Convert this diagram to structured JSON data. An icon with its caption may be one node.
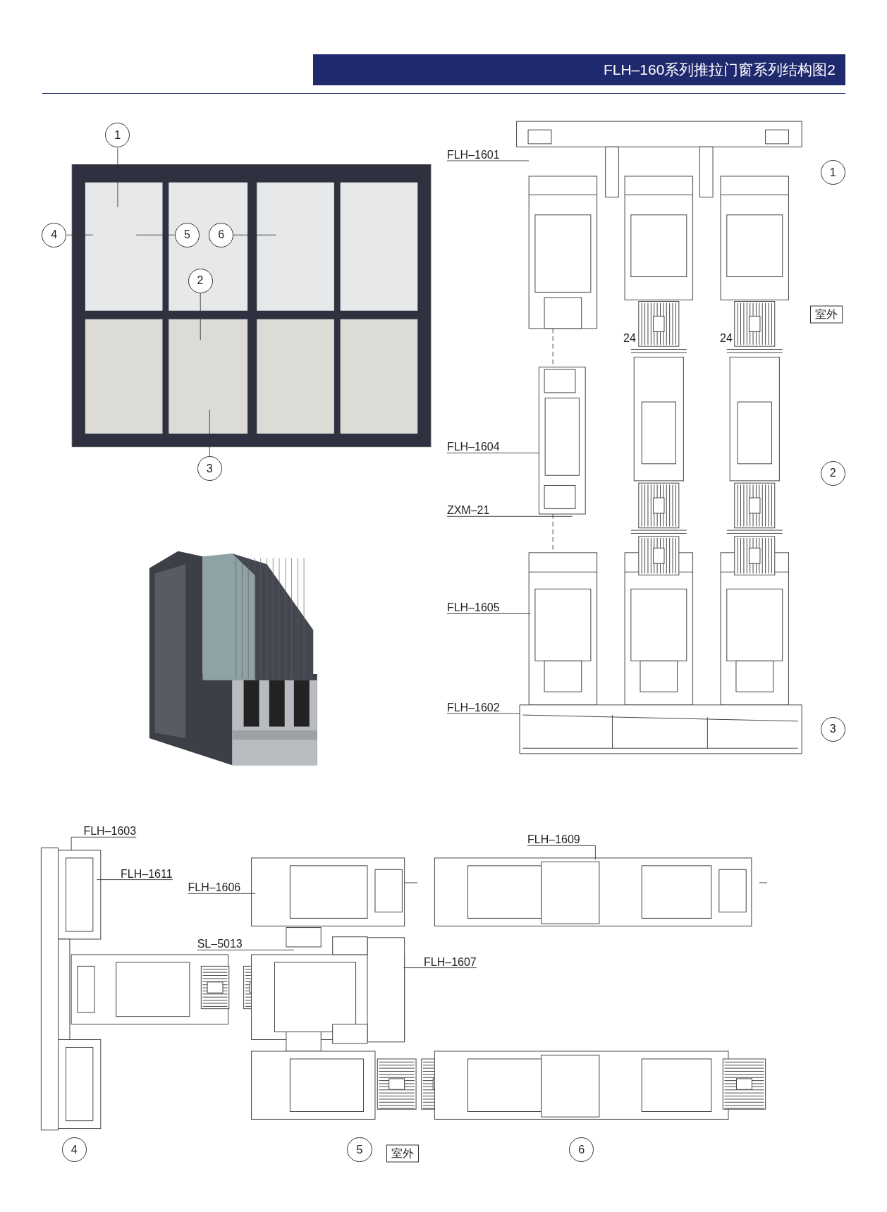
{
  "diagram": {
    "title": "FLH–160系列推拉门窗系列结构图2",
    "nodes": [
      {
        "text": [
          "1"
        ]
      },
      {
        "text": [
          "4"
        ]
      },
      {
        "text": [
          "5"
        ]
      },
      {
        "text": [
          "6"
        ]
      },
      {
        "text": [
          "2"
        ]
      },
      {
        "text": [
          "3"
        ]
      },
      {
        "text": [
          "FLH–1601"
        ]
      },
      {
        "text": [
          "FLH–1604"
        ]
      },
      {
        "text": [
          "ZXM–21"
        ]
      },
      {
        "text": [
          "FLH–1605"
        ]
      },
      {
        "text": [
          "FLH–1602"
        ]
      },
      {
        "text": [
          "室外"
        ]
      },
      {
        "text": [
          "FLH–1603"
        ]
      },
      {
        "text": [
          "FLH–1609"
        ]
      },
      {
        "text": [
          "FLH–1611"
        ]
      },
      {
        "text": [
          "FLH–1606"
        ]
      },
      {
        "text": [
          "SL–5013"
        ]
      },
      {
        "text": [
          "FLH–1607"
        ]
      },
      {
        "text": [
          "室外"
        ]
      },
      {
        "text": [
          "1"
        ]
      },
      {
        "text": [
          "2"
        ]
      },
      {
        "text": [
          "3"
        ]
      },
      {
        "text": [
          "4"
        ]
      },
      {
        "text": [
          "5"
        ]
      },
      {
        "text": [
          "6"
        ]
      }
    ],
    "edges": [
      {
        "from": 0,
        "to": null,
        "arrow": "none"
      },
      {
        "from": 1,
        "to": null,
        "arrow": "none"
      },
      {
        "from": 2,
        "to": null,
        "arrow": "none"
      },
      {
        "from": 3,
        "to": null,
        "arrow": "none"
      },
      {
        "from": 4,
        "to": null,
        "arrow": "none"
      },
      {
        "from": 5,
        "to": null,
        "arrow": "none"
      },
      {
        "from": 6,
        "to": null,
        "arrow": "none"
      },
      {
        "from": 7,
        "to": null,
        "arrow": "none"
      },
      {
        "from": 8,
        "to": null,
        "arrow": "none"
      },
      {
        "from": 9,
        "to": null,
        "arrow": "none"
      },
      {
        "from": 10,
        "to": null,
        "arrow": "none"
      },
      {
        "from": 12,
        "to": null,
        "arrow": "none"
      },
      {
        "from": 13,
        "to": null,
        "arrow": "none"
      },
      {
        "from": 14,
        "to": null,
        "arrow": "none"
      },
      {
        "from": 15,
        "to": null,
        "arrow": "none"
      },
      {
        "from": 16,
        "to": null,
        "arrow": "none"
      },
      {
        "from": 17,
        "to": null,
        "arrow": "none"
      }
    ],
    "labels": [
      "24",
      "24"
    ]
  }
}
